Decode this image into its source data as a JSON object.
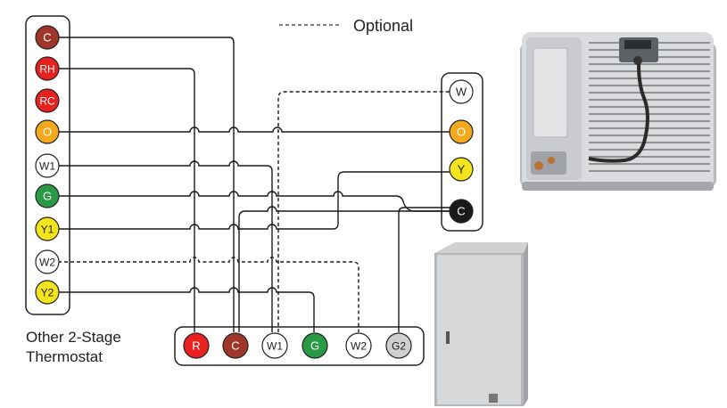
{
  "legend": {
    "label": "Optional",
    "line_style": "dashed"
  },
  "thermostat": {
    "caption_line1": "Other 2-Stage",
    "caption_line2": "Thermostat",
    "terminals": [
      {
        "label": "C",
        "color": "#a0362a",
        "text": "#ffffff"
      },
      {
        "label": "RH",
        "color": "#e8211f",
        "text": "#ffffff"
      },
      {
        "label": "RC",
        "color": "#e8211f",
        "text": "#ffffff"
      },
      {
        "label": "O",
        "color": "#f6a81d",
        "text": "#ffffff"
      },
      {
        "label": "W1",
        "color": "#ffffff",
        "text": "#222222"
      },
      {
        "label": "G",
        "color": "#2a9a47",
        "text": "#ffffff"
      },
      {
        "label": "Y1",
        "color": "#f3e41c",
        "text": "#222222"
      },
      {
        "label": "W2",
        "color": "#ffffff",
        "text": "#222222"
      },
      {
        "label": "Y2",
        "color": "#f3e41c",
        "text": "#222222"
      }
    ]
  },
  "outdoor_unit": {
    "terminals": [
      {
        "label": "W",
        "color": "#ffffff",
        "text": "#222222"
      },
      {
        "label": "O",
        "color": "#f6a81d",
        "text": "#ffffff"
      },
      {
        "label": "Y",
        "color": "#f3e41c",
        "text": "#222222"
      },
      {
        "label": "C",
        "color": "#1a1a1a",
        "text": "#ffffff"
      }
    ]
  },
  "indoor_unit": {
    "terminals": [
      {
        "label": "R",
        "color": "#e8211f",
        "text": "#ffffff"
      },
      {
        "label": "C",
        "color": "#a0362a",
        "text": "#ffffff"
      },
      {
        "label": "W1",
        "color": "#ffffff",
        "text": "#222222"
      },
      {
        "label": "G",
        "color": "#2a9a47",
        "text": "#ffffff"
      },
      {
        "label": "W2",
        "color": "#ffffff",
        "text": "#222222"
      },
      {
        "label": "G2",
        "color": "#cfcfcf",
        "text": "#222222"
      }
    ]
  },
  "wires": [
    {
      "name": "wire-c-thermostat-to-indoor"
    },
    {
      "name": "wire-rh-to-indoor-r"
    },
    {
      "name": "wire-o-to-outdoor-o"
    },
    {
      "name": "wire-w1-to-indoor-w1"
    },
    {
      "name": "wire-g-to-outdoor-c"
    },
    {
      "name": "wire-y1-to-outdoor-y"
    },
    {
      "name": "wire-w2-to-indoor-w2",
      "optional": true
    },
    {
      "name": "wire-y2-to-indoor-g"
    },
    {
      "name": "wire-indoor-c-to-outdoor-c"
    },
    {
      "name": "wire-indoor-g2-to-outdoor-c"
    },
    {
      "name": "wire-indoor-w1-to-outdoor-w",
      "optional": true
    }
  ],
  "colors": {
    "wire": "#1a1a1a",
    "box_border": "#222222",
    "unit_panel": "#d7d9db",
    "unit_shadow": "#a9abae"
  }
}
